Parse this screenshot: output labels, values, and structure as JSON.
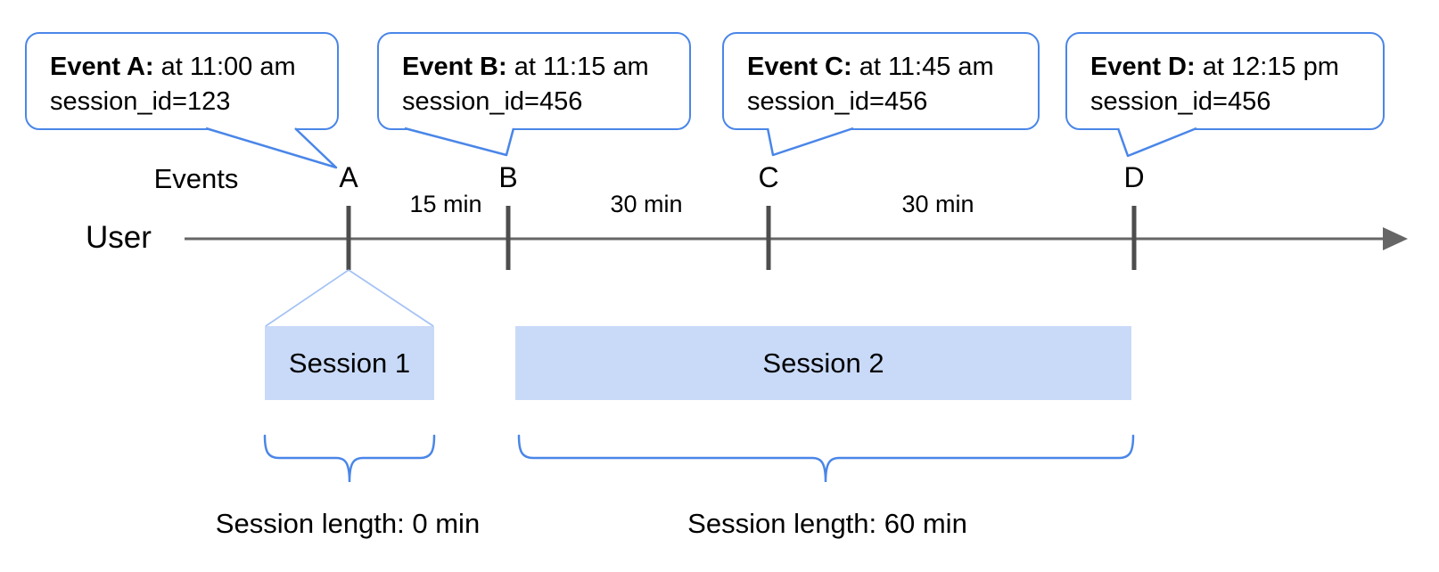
{
  "diagram": {
    "description": "Event sessionization timeline diagram",
    "colors": {
      "accent_blue": "#4a86e8",
      "session_fill": "#c9daf8",
      "funnel_line": "#a4c2f4",
      "timeline_gray": "#666666",
      "tick_gray": "#4d4d4d",
      "text": "#000000"
    },
    "bubbles": [
      {
        "id": "A",
        "bold": "Event A:",
        "rest": " at 11:00 am",
        "line2": "session_id=123"
      },
      {
        "id": "B",
        "bold": "Event B:",
        "rest": " at 11:15 am",
        "line2": "session_id=456"
      },
      {
        "id": "C",
        "bold": "Event C:",
        "rest": " at 11:45 am",
        "line2": "session_id=456"
      },
      {
        "id": "D",
        "bold": "Event D:",
        "rest": " at 12:15 pm",
        "line2": "session_id=456"
      }
    ],
    "axis": {
      "events_label": "Events",
      "user_label": "User"
    },
    "event_letters": [
      "A",
      "B",
      "C",
      "D"
    ],
    "intervals": [
      "15 min",
      "30 min",
      "30 min"
    ],
    "sessions": [
      {
        "label": "Session 1"
      },
      {
        "label": "Session 2"
      }
    ],
    "lengths": [
      "Session length: 0 min",
      "Session length: 60 min"
    ]
  }
}
